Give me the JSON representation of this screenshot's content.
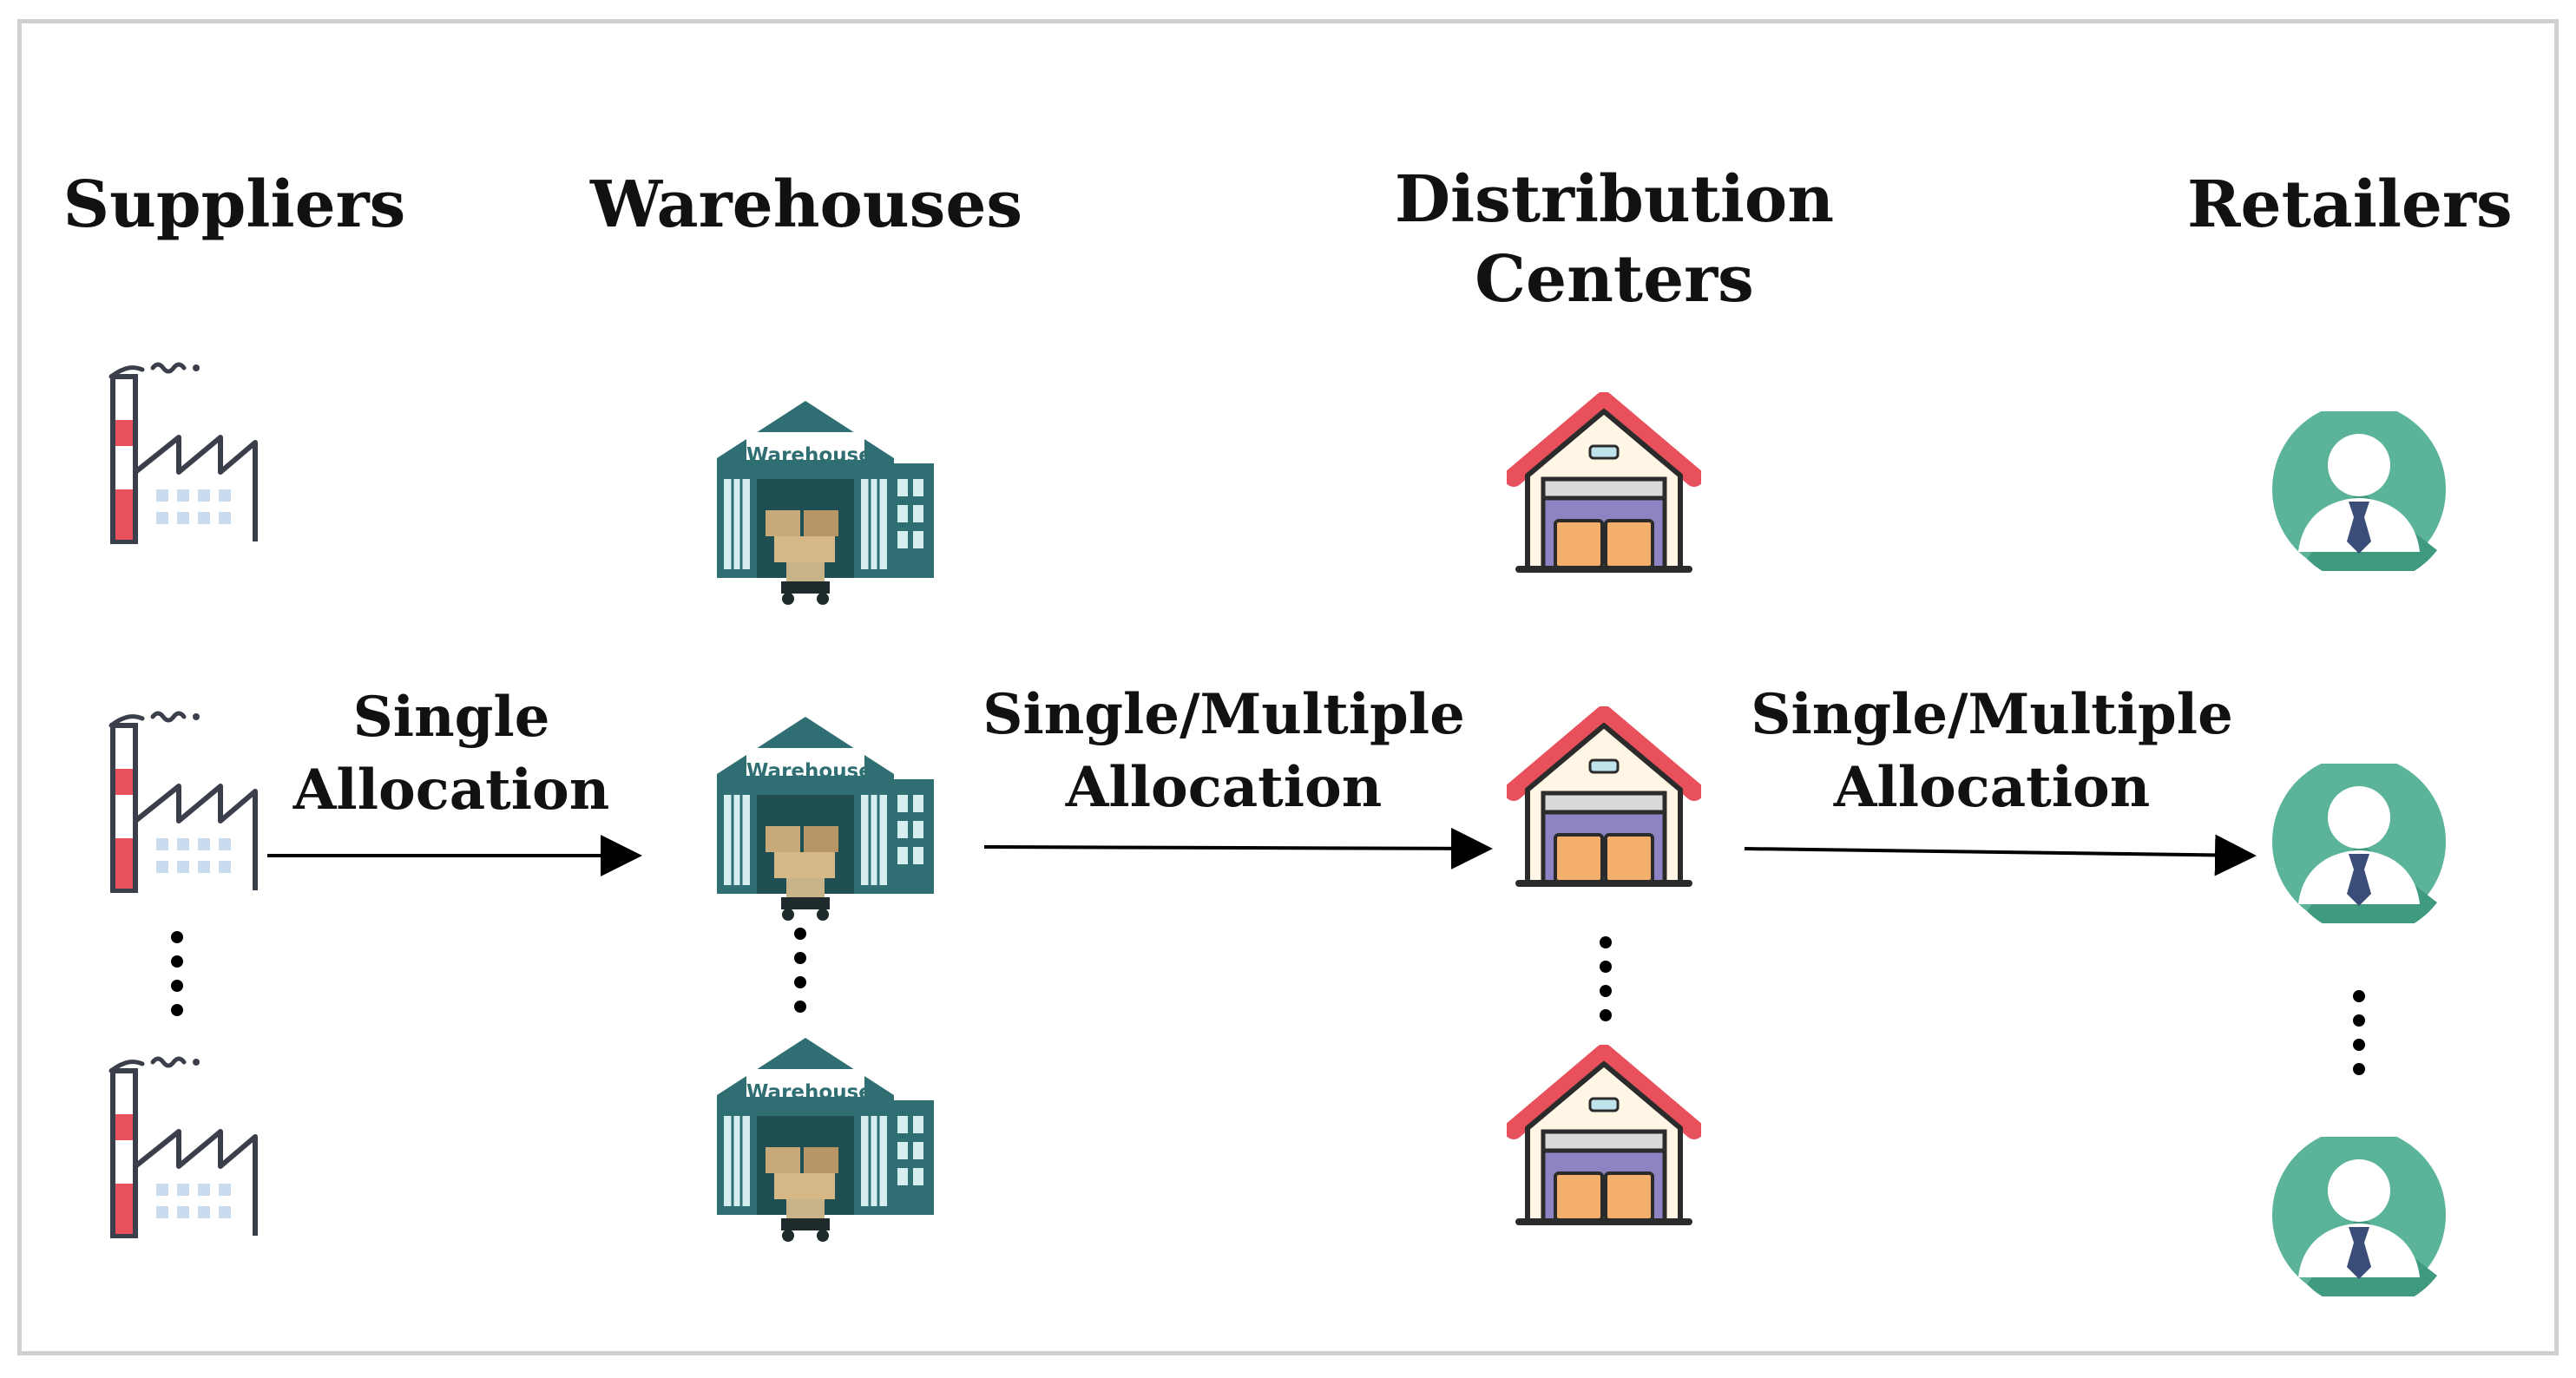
{
  "headers": {
    "suppliers": "Suppliers",
    "warehouses": "Warehouses",
    "distribution_line1": "Distribution",
    "distribution_line2": "Centers",
    "retailers": "Retailers"
  },
  "flows": {
    "supplier_to_warehouse": {
      "line1": "Single",
      "line2": "Allocation"
    },
    "warehouse_to_dc": {
      "line1": "Single/Multiple",
      "line2": "Allocation"
    },
    "dc_to_retailer": {
      "line1": "Single/Multiple",
      "line2": "Allocation"
    }
  },
  "icons": {
    "supplier": "factory-icon",
    "warehouse": "warehouse-icon",
    "distribution_center": "distribution-center-icon",
    "retailer": "retailer-icon"
  },
  "warehouse_sign": "Warehouse",
  "colors": {
    "text": "#111111",
    "factory_red": "#e8505b",
    "factory_outline": "#3a3f4b",
    "factory_window": "#c9dcef",
    "warehouse_teal": "#2f6f73",
    "warehouse_dark": "#1f4f52",
    "dc_roof": "#e8505b",
    "dc_door": "#8e84c4",
    "dc_box": "#f4b06b",
    "retailer_teal": "#5bb49a",
    "tie": "#3a4d78"
  }
}
